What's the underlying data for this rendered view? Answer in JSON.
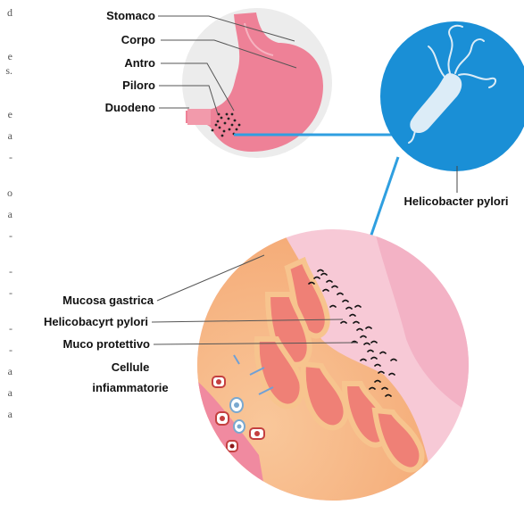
{
  "labels": {
    "stomaco": "Stomaco",
    "corpo": "Corpo",
    "antro": "Antro",
    "piloro": "Piloro",
    "duodeno": "Duodeno",
    "helicobacter": "Helicobacter pylori",
    "mucosa": "Mucosa gastrica",
    "helicobacyrt": "Helicobacyrt pylori",
    "muco": "Muco protettivo",
    "cellule_1": "Cellule",
    "cellule_2": "infiammatorie"
  },
  "edge_text": [
    "d",
    "e",
    "s.",
    "e",
    "a",
    "-",
    "o",
    "a",
    "-",
    "-",
    "-",
    "-",
    "-",
    "a",
    "a",
    "a"
  ],
  "colors": {
    "bacteria_blue": "#1a8fd6",
    "stomach_pink": "#e9788f",
    "mucosa_orange": "#f2a66a",
    "connector_blue": "#2f9fe0"
  }
}
